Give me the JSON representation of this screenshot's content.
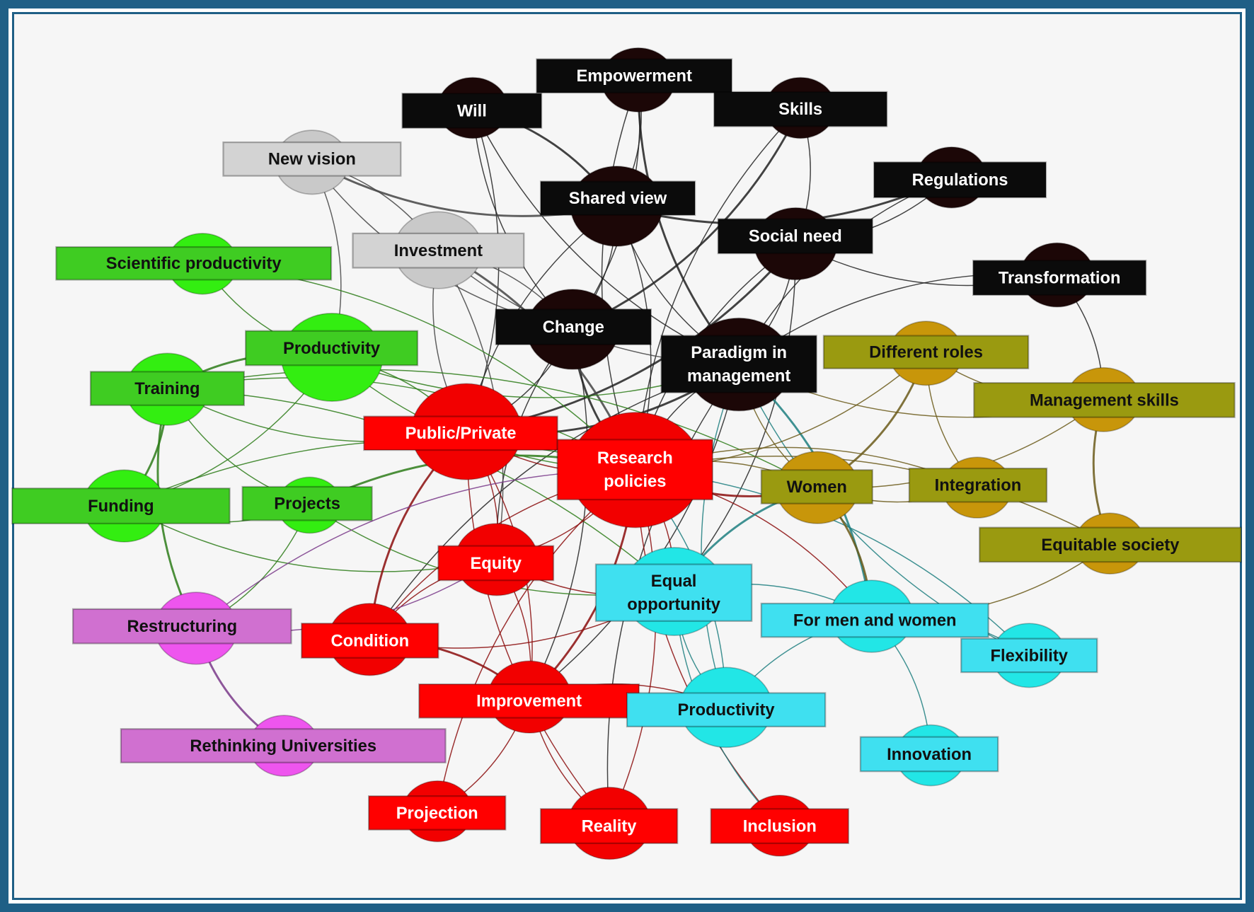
{
  "clusters": {
    "black": {
      "rect": "#0b0b0b",
      "circle": "#1c0707",
      "text": "#ffffff",
      "edge": "#222222"
    },
    "grey": {
      "rect": "#d3d3d3",
      "circle": "#c9c9c9",
      "text": "#111111",
      "edge": "#444444"
    },
    "green": {
      "rect": "#3fcc22",
      "circle": "#33ee11",
      "text": "#111111",
      "edge": "#2e7d1a"
    },
    "red": {
      "rect": "#ff0000",
      "circle": "#f20000",
      "text": "#ffffff",
      "edge": "#8b0d0d"
    },
    "purple": {
      "rect": "#d070d0",
      "circle": "#ee55ee",
      "text": "#111111",
      "edge": "#7a3a8a"
    },
    "cyan": {
      "rect": "#3fe0f0",
      "circle": "#22e6e6",
      "text": "#111111",
      "edge": "#1f7f80"
    },
    "olive": {
      "rect": "#9a9a10",
      "circle": "#c8960a",
      "text": "#111111",
      "edge": "#6b5a1a"
    }
  },
  "nodes": [
    {
      "id": "empowerment",
      "lines": [
        "Empowerment"
      ],
      "cluster": "black"
    },
    {
      "id": "will",
      "lines": [
        "Will"
      ],
      "cluster": "black"
    },
    {
      "id": "skills",
      "lines": [
        "Skills"
      ],
      "cluster": "black"
    },
    {
      "id": "shared-view",
      "lines": [
        "Shared view"
      ],
      "cluster": "black"
    },
    {
      "id": "regulations",
      "lines": [
        "Regulations"
      ],
      "cluster": "black"
    },
    {
      "id": "social-need",
      "lines": [
        "Social need"
      ],
      "cluster": "black"
    },
    {
      "id": "transformation",
      "lines": [
        "Transformation"
      ],
      "cluster": "black"
    },
    {
      "id": "change",
      "lines": [
        "Change"
      ],
      "cluster": "black"
    },
    {
      "id": "paradigm",
      "lines": [
        "Paradigm in",
        "management"
      ],
      "cluster": "black"
    },
    {
      "id": "new-vision",
      "lines": [
        "New vision"
      ],
      "cluster": "grey"
    },
    {
      "id": "investment",
      "lines": [
        "Investment"
      ],
      "cluster": "grey"
    },
    {
      "id": "scientific-productivity",
      "lines": [
        "Scientific productivity"
      ],
      "cluster": "green"
    },
    {
      "id": "productivity-green",
      "lines": [
        "Productivity"
      ],
      "cluster": "green"
    },
    {
      "id": "training",
      "lines": [
        "Training"
      ],
      "cluster": "green"
    },
    {
      "id": "funding",
      "lines": [
        "Funding"
      ],
      "cluster": "green"
    },
    {
      "id": "projects",
      "lines": [
        "Projects"
      ],
      "cluster": "green"
    },
    {
      "id": "public-private",
      "lines": [
        "Public/Private"
      ],
      "cluster": "red"
    },
    {
      "id": "research-policies",
      "lines": [
        "Research",
        "policies"
      ],
      "cluster": "red"
    },
    {
      "id": "equity",
      "lines": [
        "Equity"
      ],
      "cluster": "red"
    },
    {
      "id": "condition",
      "lines": [
        "Condition"
      ],
      "cluster": "red"
    },
    {
      "id": "improvement",
      "lines": [
        "Improvement"
      ],
      "cluster": "red"
    },
    {
      "id": "projection",
      "lines": [
        "Projection"
      ],
      "cluster": "red"
    },
    {
      "id": "reality",
      "lines": [
        "Reality"
      ],
      "cluster": "red"
    },
    {
      "id": "inclusion",
      "lines": [
        "Inclusion"
      ],
      "cluster": "red"
    },
    {
      "id": "restructuring",
      "lines": [
        "Restructuring"
      ],
      "cluster": "purple"
    },
    {
      "id": "rethinking-universities",
      "lines": [
        "Rethinking Universities"
      ],
      "cluster": "purple"
    },
    {
      "id": "equal-opportunity",
      "lines": [
        "Equal",
        "opportunity"
      ],
      "cluster": "cyan"
    },
    {
      "id": "for-men-and-women",
      "lines": [
        "For men and women"
      ],
      "cluster": "cyan"
    },
    {
      "id": "flexibility",
      "lines": [
        "Flexibility"
      ],
      "cluster": "cyan"
    },
    {
      "id": "productivity-cyan",
      "lines": [
        "Productivity"
      ],
      "cluster": "cyan"
    },
    {
      "id": "innovation",
      "lines": [
        "Innovation"
      ],
      "cluster": "cyan"
    },
    {
      "id": "different-roles",
      "lines": [
        "Different roles"
      ],
      "cluster": "olive"
    },
    {
      "id": "management-skills",
      "lines": [
        "Management skills"
      ],
      "cluster": "olive"
    },
    {
      "id": "women",
      "lines": [
        "Women"
      ],
      "cluster": "olive"
    },
    {
      "id": "integration",
      "lines": [
        "Integration"
      ],
      "cluster": "olive"
    },
    {
      "id": "equitable-society",
      "lines": [
        "Equitable society"
      ],
      "cluster": "olive"
    }
  ],
  "edges": [
    [
      "will",
      "shared-view"
    ],
    [
      "will",
      "change"
    ],
    [
      "will",
      "public-private"
    ],
    [
      "will",
      "paradigm"
    ],
    [
      "empowerment",
      "shared-view"
    ],
    [
      "empowerment",
      "paradigm"
    ],
    [
      "empowerment",
      "change"
    ],
    [
      "empowerment",
      "research-policies"
    ],
    [
      "skills",
      "social-need"
    ],
    [
      "skills",
      "research-policies"
    ],
    [
      "skills",
      "change"
    ],
    [
      "shared-view",
      "paradigm"
    ],
    [
      "shared-view",
      "change"
    ],
    [
      "shared-view",
      "public-private"
    ],
    [
      "shared-view",
      "research-policies"
    ],
    [
      "shared-view",
      "regulations"
    ],
    [
      "regulations",
      "social-need"
    ],
    [
      "regulations",
      "paradigm"
    ],
    [
      "social-need",
      "paradigm"
    ],
    [
      "social-need",
      "research-policies"
    ],
    [
      "social-need",
      "public-private"
    ],
    [
      "social-need",
      "transformation"
    ],
    [
      "social-need",
      "equal-opportunity"
    ],
    [
      "transformation",
      "paradigm"
    ],
    [
      "transformation",
      "management-skills"
    ],
    [
      "change",
      "research-policies"
    ],
    [
      "change",
      "public-private"
    ],
    [
      "change",
      "equity"
    ],
    [
      "change",
      "improvement"
    ],
    [
      "paradigm",
      "research-policies"
    ],
    [
      "paradigm",
      "public-private"
    ],
    [
      "paradigm",
      "condition"
    ],
    [
      "paradigm",
      "improvement"
    ],
    [
      "paradigm",
      "reality"
    ],
    [
      "new-vision",
      "investment"
    ],
    [
      "new-vision",
      "shared-view"
    ],
    [
      "new-vision",
      "productivity-green"
    ],
    [
      "new-vision",
      "change"
    ],
    [
      "investment",
      "change"
    ],
    [
      "investment",
      "public-private"
    ],
    [
      "investment",
      "research-policies"
    ],
    [
      "investment",
      "paradigm"
    ],
    [
      "investment",
      "equity"
    ],
    [
      "scientific-productivity",
      "productivity-green"
    ],
    [
      "scientific-productivity",
      "research-policies"
    ],
    [
      "productivity-green",
      "training"
    ],
    [
      "productivity-green",
      "public-private"
    ],
    [
      "productivity-green",
      "research-policies"
    ],
    [
      "productivity-green",
      "funding"
    ],
    [
      "productivity-green",
      "paradigm"
    ],
    [
      "training",
      "funding"
    ],
    [
      "training",
      "projects"
    ],
    [
      "training",
      "research-policies"
    ],
    [
      "training",
      "public-private"
    ],
    [
      "training",
      "equal-opportunity"
    ],
    [
      "training",
      "restructuring"
    ],
    [
      "training",
      "women"
    ],
    [
      "funding",
      "projects"
    ],
    [
      "funding",
      "research-policies"
    ],
    [
      "funding",
      "equity"
    ],
    [
      "projects",
      "research-policies"
    ],
    [
      "projects",
      "equal-opportunity"
    ],
    [
      "projects",
      "restructuring"
    ],
    [
      "public-private",
      "research-policies"
    ],
    [
      "public-private",
      "equity"
    ],
    [
      "public-private",
      "condition"
    ],
    [
      "public-private",
      "improvement"
    ],
    [
      "public-private",
      "reality"
    ],
    [
      "research-policies",
      "equity"
    ],
    [
      "research-policies",
      "condition"
    ],
    [
      "research-policies",
      "improvement"
    ],
    [
      "research-policies",
      "projection"
    ],
    [
      "research-policies",
      "reality"
    ],
    [
      "research-policies",
      "inclusion"
    ],
    [
      "research-policies",
      "equal-opportunity"
    ],
    [
      "research-policies",
      "women"
    ],
    [
      "research-policies",
      "for-men-and-women"
    ],
    [
      "equity",
      "condition"
    ],
    [
      "equity",
      "improvement"
    ],
    [
      "equity",
      "equal-opportunity"
    ],
    [
      "condition",
      "improvement"
    ],
    [
      "condition",
      "equal-opportunity"
    ],
    [
      "improvement",
      "projection"
    ],
    [
      "improvement",
      "reality"
    ],
    [
      "improvement",
      "productivity-cyan"
    ],
    [
      "restructuring",
      "rethinking-universities"
    ],
    [
      "restructuring",
      "research-policies"
    ],
    [
      "restructuring",
      "equity"
    ],
    [
      "equal-opportunity",
      "for-men-and-women"
    ],
    [
      "equal-opportunity",
      "productivity-cyan"
    ],
    [
      "equal-opportunity",
      "women"
    ],
    [
      "equal-opportunity",
      "inclusion"
    ],
    [
      "for-men-and-women",
      "flexibility"
    ],
    [
      "for-men-and-women",
      "productivity-cyan"
    ],
    [
      "for-men-and-women",
      "innovation"
    ],
    [
      "for-men-and-women",
      "paradigm"
    ],
    [
      "flexibility",
      "paradigm"
    ],
    [
      "flexibility",
      "research-policies"
    ],
    [
      "productivity-cyan",
      "paradigm"
    ],
    [
      "productivity-cyan",
      "research-policies"
    ],
    [
      "different-roles",
      "women"
    ],
    [
      "different-roles",
      "management-skills"
    ],
    [
      "different-roles",
      "research-policies"
    ],
    [
      "different-roles",
      "integration"
    ],
    [
      "management-skills",
      "paradigm"
    ],
    [
      "management-skills",
      "equitable-society"
    ],
    [
      "management-skills",
      "women"
    ],
    [
      "women",
      "integration"
    ],
    [
      "women",
      "paradigm"
    ],
    [
      "women",
      "research-policies"
    ],
    [
      "women",
      "for-men-and-women"
    ],
    [
      "integration",
      "research-policies"
    ],
    [
      "equitable-society",
      "for-men-and-women"
    ],
    [
      "equitable-society",
      "research-policies"
    ]
  ]
}
